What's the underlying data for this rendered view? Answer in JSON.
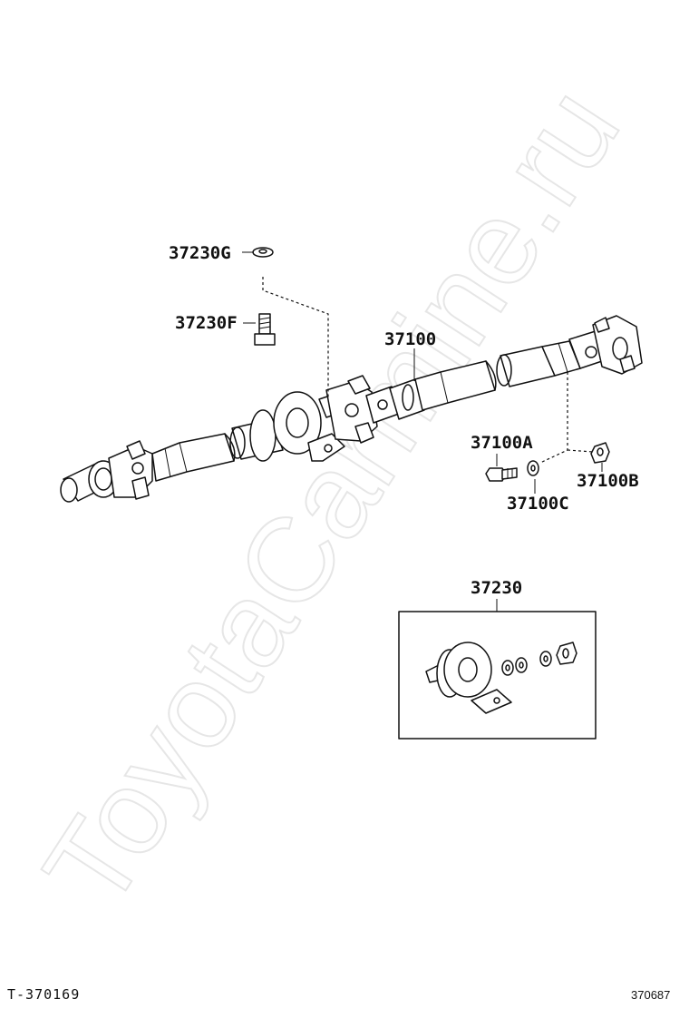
{
  "watermark": "ToyotaCarmine.ru",
  "parts": {
    "p37230G": "37230G",
    "p37230F": "37230F",
    "p37100": "37100",
    "p37100A": "37100A",
    "p37100B": "37100B",
    "p37100C": "37100C",
    "p37230": "37230"
  },
  "footer": {
    "diagram_code": "T-370169",
    "image_id": "370687"
  }
}
